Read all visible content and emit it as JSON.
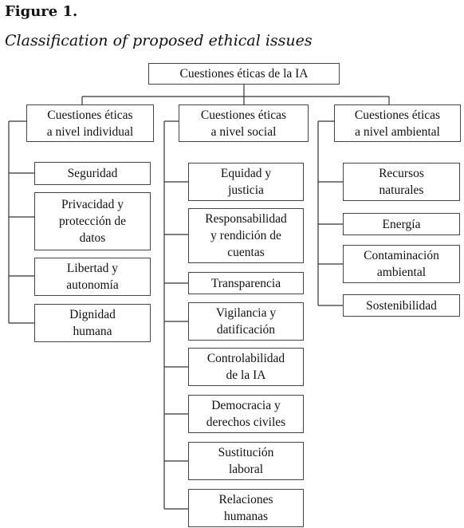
{
  "figure": {
    "label": "Figure 1.",
    "title": "Classification of proposed ethical issues"
  },
  "root": {
    "label": "Cuestiones éticas de la IA"
  },
  "categories": [
    {
      "label": "Cuestiones éticas\na nivel individual",
      "items": [
        "Seguridad",
        "Privacidad y\nprotección de\ndatos",
        "Libertad y\nautonomía",
        "Dignidad\nhumana"
      ]
    },
    {
      "label": "Cuestiones éticas\na nivel social",
      "items": [
        "Equidad y\njusticia",
        "Responsabilidad\ny rendición de\ncuentas",
        "Transparencia",
        "Vigilancia y\ndatificación",
        "Controlabilidad\nde la IA",
        "Democracia y\nderechos civiles",
        "Sustitución\nlaboral",
        "Relaciones\nhumanas"
      ]
    },
    {
      "label": "Cuestiones éticas\na nivel ambiental",
      "items": [
        "Recursos\nnaturales",
        "Energía",
        "Contaminación\nambiental",
        "Sostenibilidad"
      ]
    }
  ]
}
